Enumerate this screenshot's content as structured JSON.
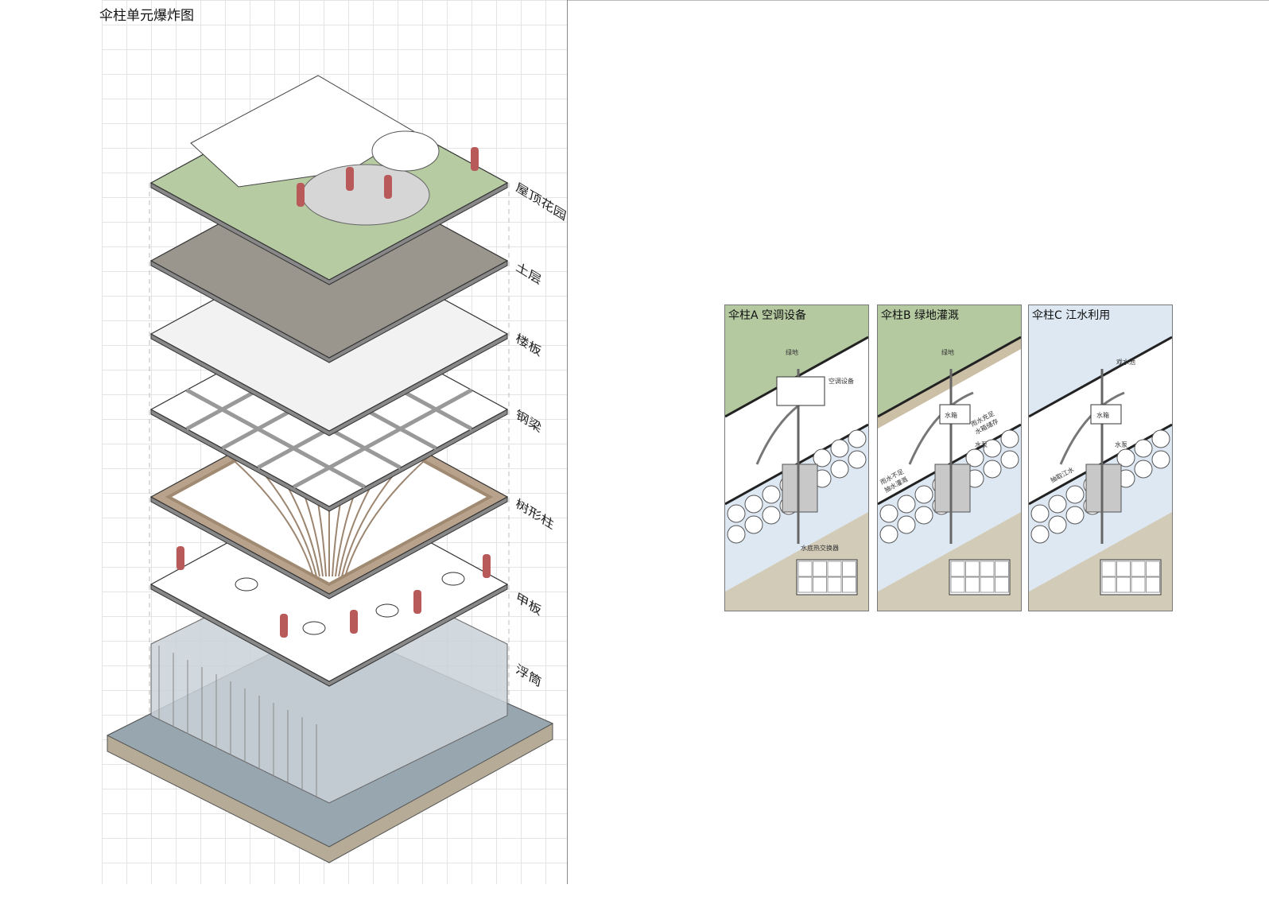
{
  "title": "伞柱单元爆炸图",
  "layers": [
    {
      "label": "屋顶花园",
      "color": "#b7cba3"
    },
    {
      "label": "土层",
      "color": "#9a968d"
    },
    {
      "label": "楼板",
      "color": "#f2f2f2"
    },
    {
      "label": "钢梁",
      "color": "#ffffff"
    },
    {
      "label": "树形柱",
      "color": "#b9a28c"
    },
    {
      "label": "甲板",
      "color": "#ffffff"
    },
    {
      "label": "浮筒",
      "color": "#cfd6dc"
    }
  ],
  "panels": [
    {
      "title": "伞柱A  空调设备",
      "notes": [
        "绿地",
        "空调设备",
        "水底热交换器"
      ]
    },
    {
      "title": "伞柱B  绿地灌溉",
      "notes": [
        "绿地",
        "水箱",
        "雨水充足 水箱储存",
        "水泵",
        "雨水不足 抽水灌溉"
      ]
    },
    {
      "title": "伞柱C  江水利用",
      "notes": [
        "戏水池",
        "水箱",
        "水泵",
        "抽取江水"
      ]
    }
  ],
  "colors": {
    "green": "#b5c9a1",
    "water": "#dde8f3",
    "soil": "#d2cbb8",
    "figure": "#b85a5a"
  }
}
